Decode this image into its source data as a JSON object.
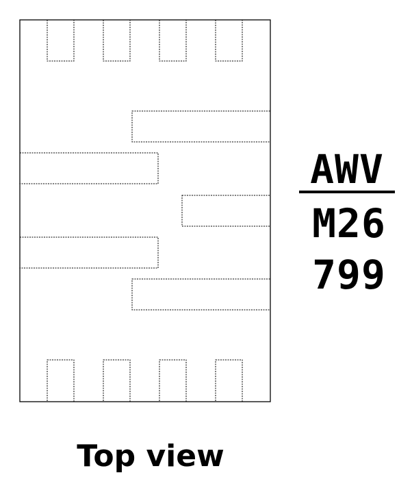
{
  "marking": {
    "line1": "AWV",
    "line2": "M26",
    "line3": "799"
  },
  "caption": "Top view"
}
